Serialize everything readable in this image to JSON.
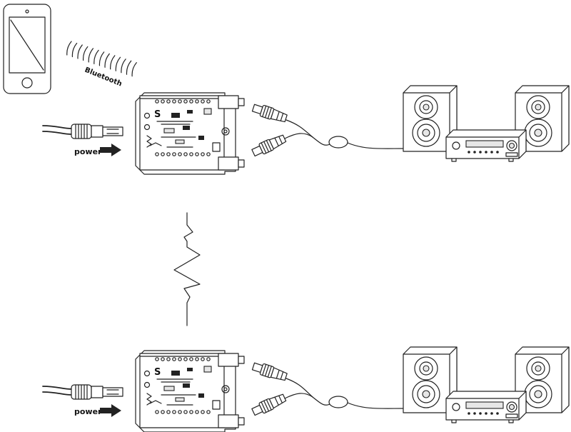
{
  "labels": {
    "bluetooth": "Bluetooth",
    "power_top": "power",
    "power_bottom": "power"
  },
  "colors": {
    "line": "#222222",
    "background": "#ffffff"
  },
  "icons": [
    "smartphone-icon",
    "bluetooth-waves-icon",
    "usb-plug-icon",
    "arrow-right-icon",
    "rca-plug-icon",
    "speaker-icon",
    "amplifier-icon",
    "ground-line-icon"
  ]
}
